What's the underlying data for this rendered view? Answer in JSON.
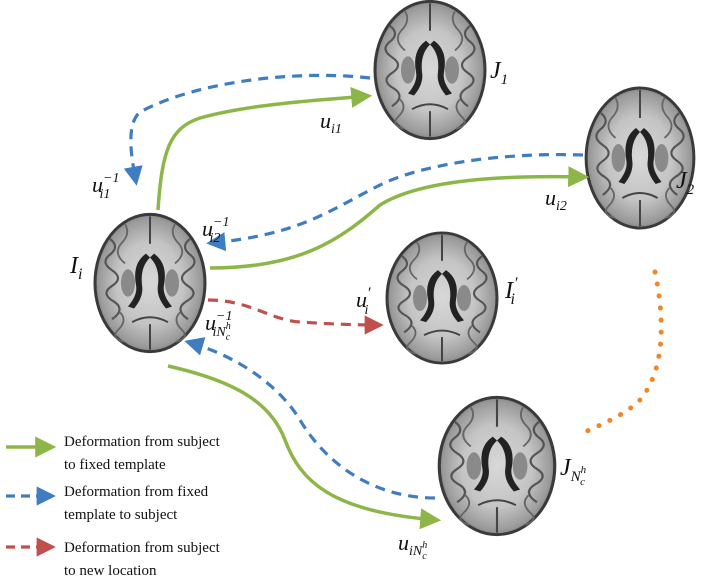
{
  "images": {
    "i": {
      "name": "I",
      "sub": "i",
      "prime": ""
    },
    "j1": {
      "name": "J",
      "sub": "1"
    },
    "j2": {
      "name": "J",
      "sub": "2"
    },
    "ip": {
      "name": "I",
      "sub": "i",
      "prime": "′"
    },
    "jn": {
      "name": "J",
      "sub": "N",
      "subsub": "c",
      "supsub": "h"
    }
  },
  "arrows": {
    "u_i1": {
      "base": "u",
      "sub": "i1"
    },
    "u_i1_inv": {
      "base": "u",
      "sub": "i1",
      "sup": "−1"
    },
    "u_i2": {
      "base": "u",
      "sub": "i2"
    },
    "u_i2_inv": {
      "base": "u",
      "sub": "i2",
      "sup": "−1"
    },
    "u_prime": {
      "base": "u",
      "sub": "i",
      "sup": "′"
    },
    "u_in_inv": {
      "base": "u",
      "sub": "iN",
      "subsub": "c",
      "supsub": "h",
      "sup": "−1"
    },
    "u_in": {
      "base": "u",
      "sub": "iN",
      "subsub": "c",
      "supsub": "h"
    }
  },
  "legend": [
    {
      "line1": "Deformation from subject",
      "line2": "to fixed template",
      "color": "#8DB648"
    },
    {
      "line1": "Deformation from fixed",
      "line2": "template to subject",
      "color": "#3F7DC0"
    },
    {
      "line1": "Deformation from subject",
      "line2": "to new location",
      "color": "#C0504D"
    }
  ],
  "colors": {
    "green": "#8DB648",
    "blue": "#3F7DC0",
    "red": "#C0504D",
    "orange": "#F0862A"
  }
}
